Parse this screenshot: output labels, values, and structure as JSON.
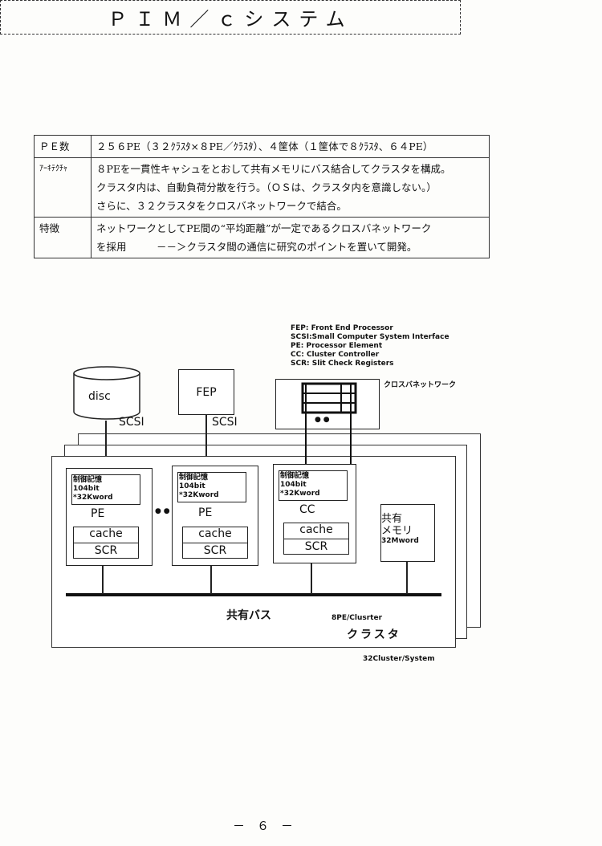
{
  "title": "ＰＩＭ／ｃシステム",
  "table": {
    "rows": [
      {
        "header": "ＰＥ数",
        "lines": [
          "２５６PE（３２ｸﾗｽﾀ×８PE／ｸﾗｽﾀ）、４筐体（１筐体で８ｸﾗｽﾀ、６４PE）"
        ]
      },
      {
        "header": "ｱｰｷﾃｸﾁｬ",
        "lines": [
          "８PEを一貫性キャシュをとおして共有メモリにバス結合してクラスタを構成。",
          "クラスタ内は、自動負荷分散を行う。（ＯＳは、クラスタ内を意識しない。）",
          "さらに、３２クラスタをクロスバネットワークで結合。"
        ]
      },
      {
        "header": "特徴",
        "lines": [
          "ネットワークとしてPE間の“平均距離”が一定であるクロスバネットワーク",
          "を採用　　　－－＞クラスタ間の通信に研究のポイントを置いて開発。"
        ]
      }
    ]
  },
  "legend": [
    "FEP: Front End Processor",
    "SCSI:Small Computer System Interface",
    "PE: Processor Element",
    "CC: Cluster Controller",
    "SCR: Slit Check Registers"
  ],
  "diagram": {
    "disc": "disc",
    "fep": "FEP",
    "scsi": "SCSI",
    "crossbar": "クロスバネットワーク",
    "dots": "● ●",
    "units": [
      {
        "mem": [
          "制御記憶",
          "104bit",
          "*32Kword"
        ],
        "name": "PE",
        "cache": "cache",
        "scr": "SCR"
      },
      {
        "mem": [
          "制御記憶",
          "104bit",
          "*32Kword"
        ],
        "name": "PE",
        "cache": "cache",
        "scr": "SCR"
      },
      {
        "mem": [
          "制御記憶",
          "104bit",
          "*32Kword"
        ],
        "name": "CC",
        "cache": "cache",
        "scr": "SCR"
      }
    ],
    "shared_mem": [
      "共有",
      "メモリ",
      "32Mword"
    ],
    "bus": "共有バス",
    "per_cluster": "8PE/Clusrter",
    "cluster": "クラスタ",
    "per_system": "32Cluster/System"
  },
  "page_number": "－　６　－"
}
